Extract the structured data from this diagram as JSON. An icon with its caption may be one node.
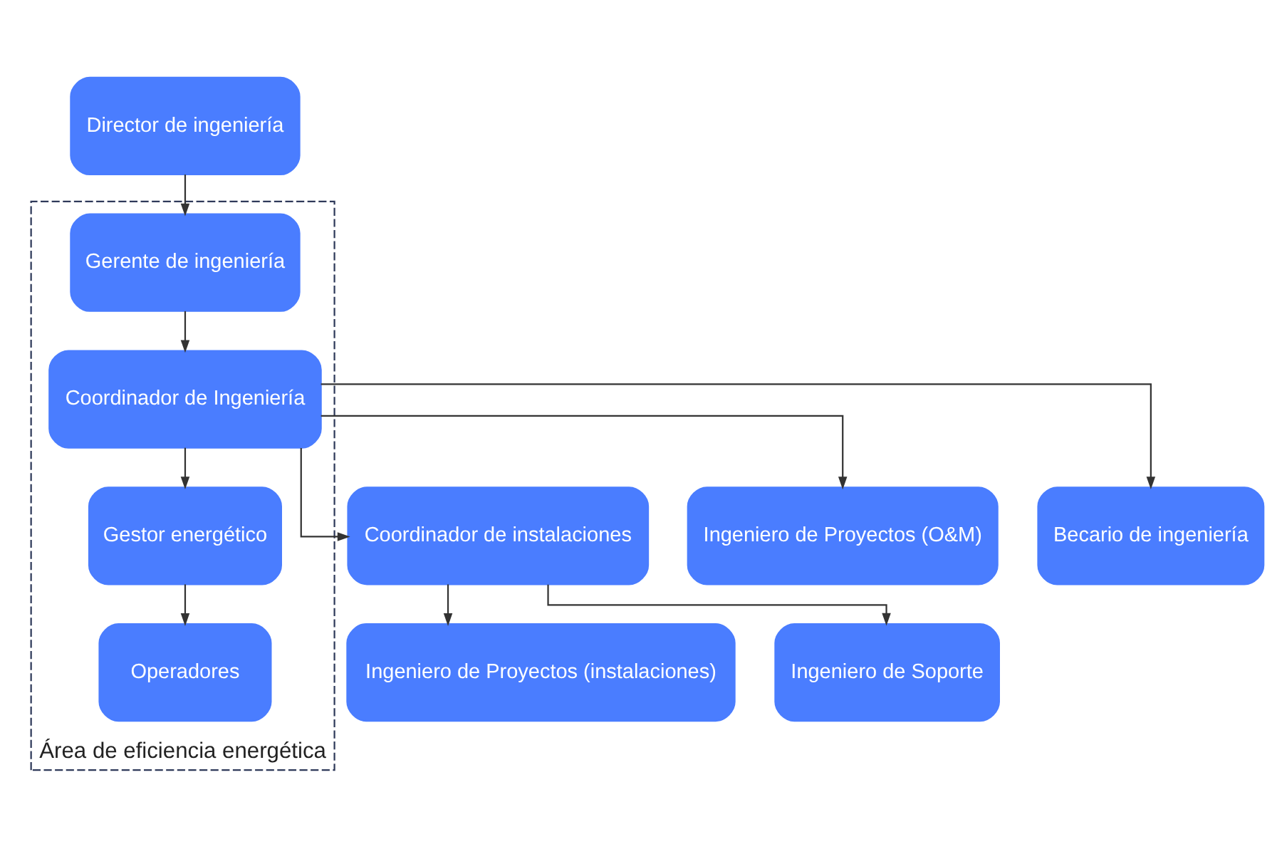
{
  "diagram": {
    "nodes": [
      {
        "text": [
          "Director de ingeniería"
        ]
      },
      {
        "text": [
          "Área de eficiencia energética"
        ]
      },
      {
        "text": [
          "Gerente de ingeniería"
        ],
        "in": 1
      },
      {
        "text": [
          "Coordinador de Ingeniería"
        ],
        "in": 1
      },
      {
        "text": [
          "Coordinador de instalaciones"
        ]
      },
      {
        "text": [
          "Gestor energético"
        ],
        "in": 1
      },
      {
        "text": [
          "Ingeniero de Proyectos (O&M)"
        ]
      },
      {
        "text": [
          "Becario de ingeniería"
        ]
      },
      {
        "text": [
          "Ingeniero de Proyectos (instalaciones)"
        ]
      },
      {
        "text": [
          "Ingeniero de Soporte"
        ]
      },
      {
        "text": [
          "Operadores"
        ],
        "in": 1
      }
    ],
    "edges": [
      {
        "from": 0,
        "to": 2,
        "arrow": "to"
      },
      {
        "from": 2,
        "to": 3,
        "arrow": "to"
      },
      {
        "from": 3,
        "to": 4,
        "arrow": "to"
      },
      {
        "from": 3,
        "to": 5,
        "arrow": "to"
      },
      {
        "from": 3,
        "to": 6,
        "arrow": "to"
      },
      {
        "from": 3,
        "to": 7,
        "arrow": "to"
      },
      {
        "from": 4,
        "to": 8,
        "arrow": "to"
      },
      {
        "from": 4,
        "to": 9,
        "arrow": "to"
      },
      {
        "from": 5,
        "to": 10,
        "arrow": "to"
      }
    ]
  }
}
